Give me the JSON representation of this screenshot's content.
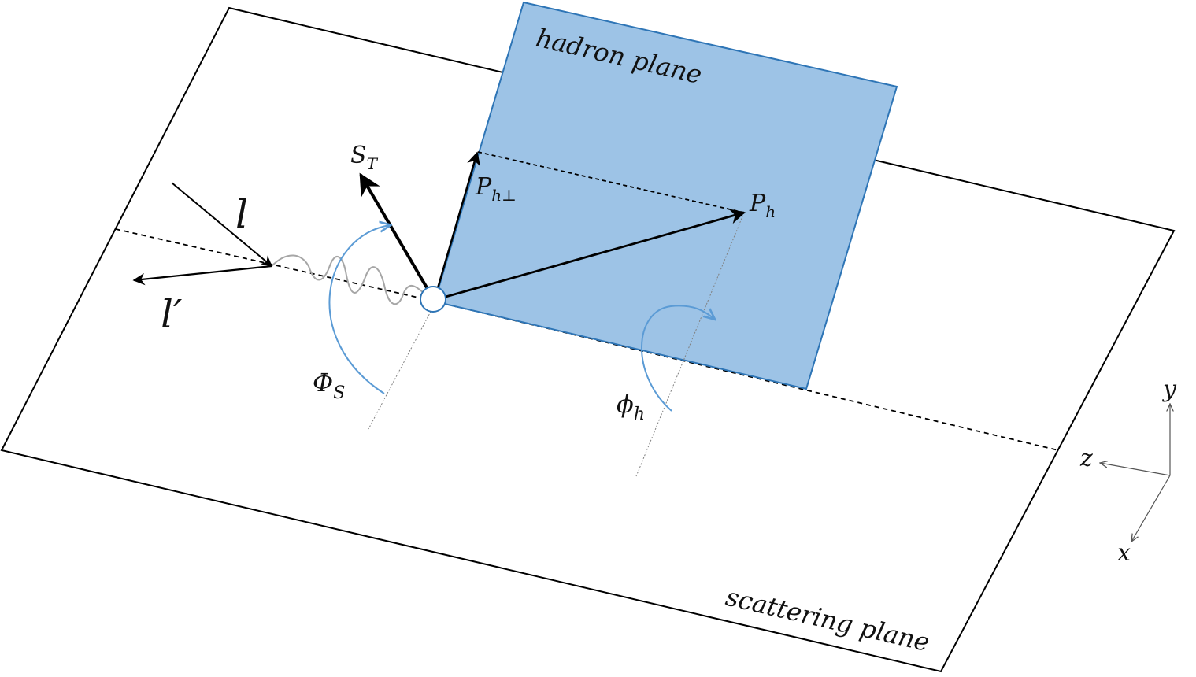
{
  "planes": {
    "scattering": {
      "label": "scattering plane"
    },
    "hadron": {
      "label": "hadron plane",
      "color": "#9dc3e6",
      "edge_color": "#2e75b6"
    }
  },
  "vectors": {
    "incoming_lepton": "l",
    "outgoing_lepton": "l′",
    "spin": {
      "main": "S",
      "sub": "T"
    },
    "hadron_momentum": {
      "main": "P",
      "sub": "h"
    },
    "hadron_transverse": {
      "main": "P",
      "sub": "h⊥"
    }
  },
  "angles": {
    "phi_s": {
      "main": "Φ",
      "sub": "S"
    },
    "phi_h": {
      "main": "ϕ",
      "sub": "h"
    },
    "arc_color": "#5b9bd5"
  },
  "axes": {
    "x": "x",
    "y": "y",
    "z": "z"
  }
}
